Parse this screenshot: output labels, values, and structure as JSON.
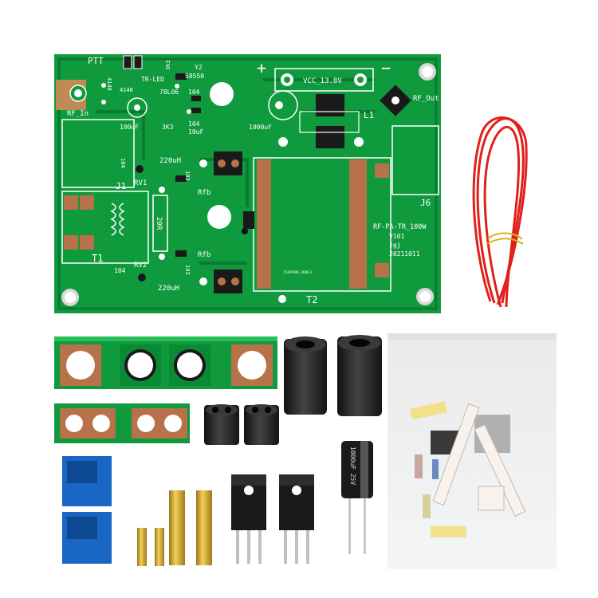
{
  "pcb": {
    "labels": {
      "ptt": "PTT",
      "y2": "Y2",
      "s8550": "S8550",
      "tr_led": "TR-LED",
      "r3k3_top": "3K3",
      "l78l06": "78L06",
      "c104_a": "104",
      "c104_b": "104",
      "c10uf": "10uF",
      "r3k3_mid": "3K3",
      "c4148a": "4148",
      "c4148b": "4148",
      "rf_in": "RF_In",
      "c100uf": "100uF",
      "vcc": "VCC_13.8V",
      "plus": "+",
      "minus": "−",
      "c1000uf": "1000uF",
      "l1": "L1",
      "rf_out": "RF_Out",
      "j1": "J1",
      "c104_c": "104",
      "rv1": "RV1",
      "l220uh_a": "220uH",
      "r103_a": "103",
      "rfb_a": "Rfb",
      "r20r": "20R",
      "t1": "T1",
      "rfb_b": "Rfb",
      "r103_b": "103",
      "c104_d": "104",
      "rv2": "RV2",
      "l220uh_b": "220uH",
      "board_name": "RF-PA-TR_100W",
      "version": "V101",
      "author": "zgj",
      "date": "20211011",
      "t2": "T2",
      "j6": "J6",
      "small_print": "152RFPB8-240813"
    }
  },
  "capacitor": {
    "value_text": "1000uF 25V"
  },
  "colors": {
    "pcb_green": "#0f9a3e",
    "pcb_dark": "#0a7a30",
    "copper": "#b8724a",
    "ferrite": "#2a2a2a",
    "relay_blue": "#1a66c4",
    "brass": "#d4a82a",
    "wire_red": "#e0201a"
  }
}
